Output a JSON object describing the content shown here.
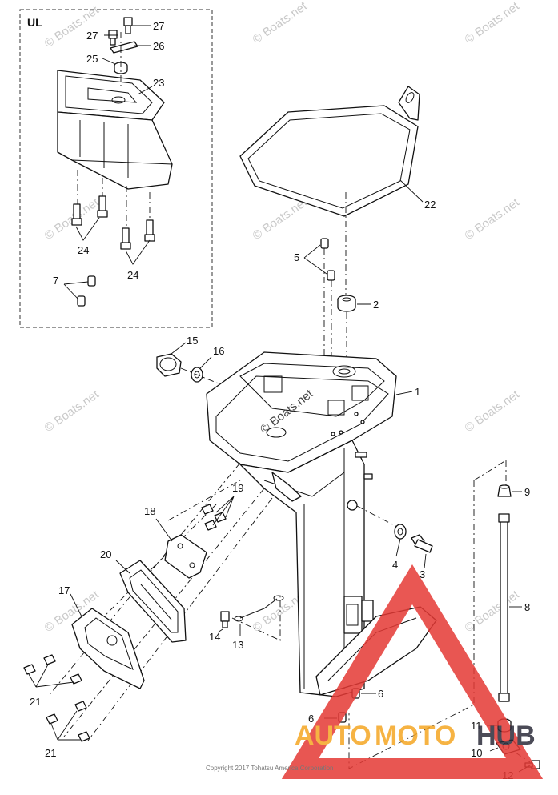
{
  "inset": {
    "label": "UL"
  },
  "callouts": {
    "c1": "1",
    "c2": "2",
    "c3": "3",
    "c4": "4",
    "c5": "5",
    "c6a": "6",
    "c6b": "6",
    "c7": "7",
    "c8": "8",
    "c9": "9",
    "c10": "10",
    "c11": "11",
    "c12": "12",
    "c13": "13",
    "c14": "14",
    "c15": "15",
    "c16": "16",
    "c17": "17",
    "c18": "18",
    "c19": "19",
    "c20": "20",
    "c21a": "21",
    "c21b": "21",
    "c22": "22",
    "c23": "23",
    "c24a": "24",
    "c24b": "24",
    "c25": "25",
    "c26": "26",
    "c27a": "27",
    "c27b": "27"
  },
  "watermark": {
    "text": "© Boats.net"
  },
  "center_watermark": "© Boats.net",
  "logo": {
    "part1": "AUTO",
    "part2": "MOTO",
    "part3": "HUB",
    "color_red": "#e53935",
    "color_orange": "#f5a623",
    "color_dark": "#2c2c3a"
  },
  "copyright": "Copyright 2017 Tohatsu America Corporation"
}
